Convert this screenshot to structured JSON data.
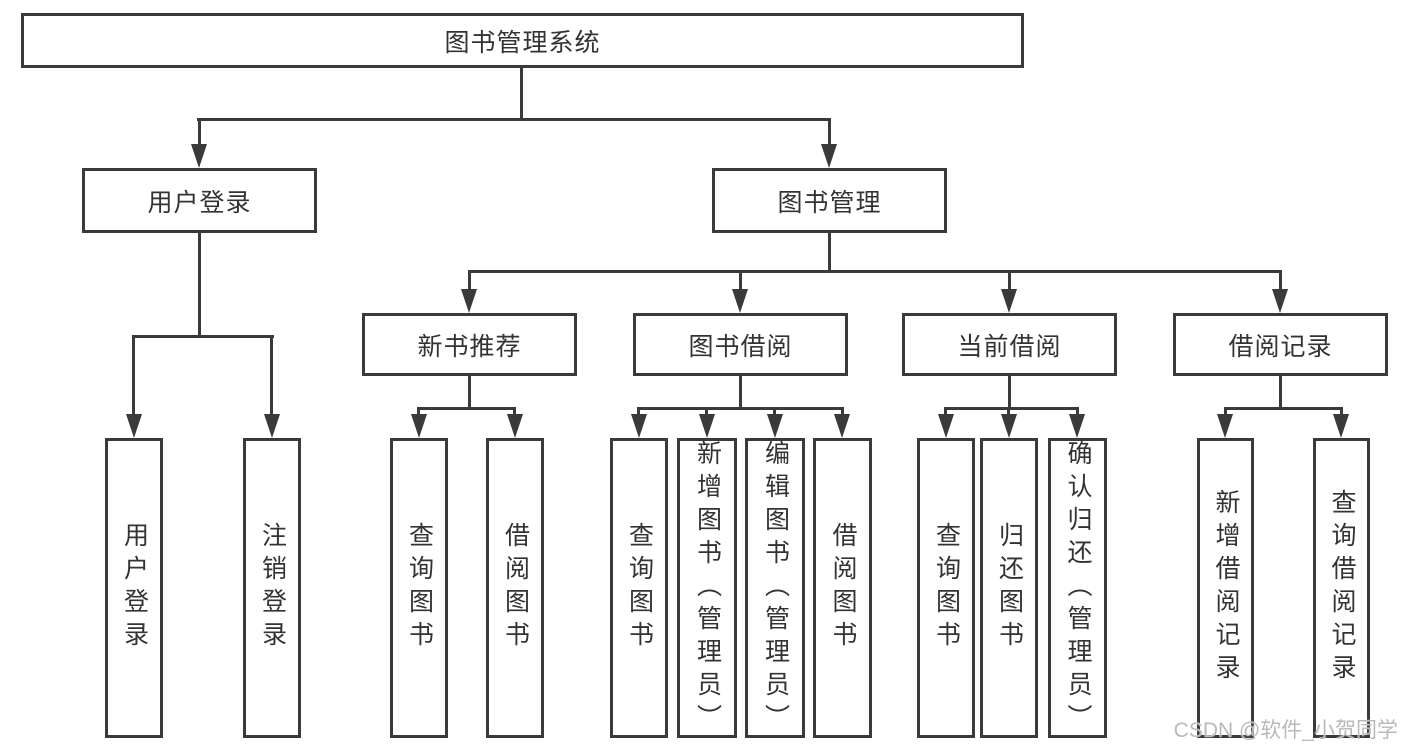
{
  "diagram_type": "function-structure-tree",
  "nodes": {
    "root": "图书管理系统",
    "user_login": "用户登录",
    "book_mgmt": "图书管理",
    "new_book": "新书推荐",
    "book_borrow": "图书借阅",
    "current_borrow": "当前借阅",
    "borrow_record": "借阅记录",
    "ul_login": "用户登录",
    "ul_logout": "注销登录",
    "nb_query": "查询图书",
    "nb_borrow": "借阅图书",
    "bb_query": "查询图书",
    "bb_add": "新增图书（管理员）",
    "bb_edit": "编辑图书（管理员）",
    "bb_borrow": "借阅图书",
    "cb_query": "查询图书",
    "cb_return": "归还图书",
    "cb_confirm": "确认归还（管理员）",
    "br_add": "新增借阅记录",
    "br_query": "查询借阅记录"
  },
  "hierarchy": {
    "图书管理系统": {
      "用户登录": [
        "用户登录",
        "注销登录"
      ],
      "图书管理": {
        "新书推荐": [
          "查询图书",
          "借阅图书"
        ],
        "图书借阅": [
          "查询图书",
          "新增图书（管理员）",
          "编辑图书（管理员）",
          "借阅图书"
        ],
        "当前借阅": [
          "查询图书",
          "归还图书",
          "确认归还（管理员）"
        ],
        "借阅记录": [
          "新增借阅记录",
          "查询借阅记录"
        ]
      }
    }
  },
  "watermark": "CSDN @软件_小贺同学",
  "colors": {
    "line": "#3a3a3a",
    "node_border": "#3a3a3a",
    "node_background": "#ffffff",
    "text": "#333333",
    "watermark_text": "#b9b9b9",
    "background": "#ffffff"
  }
}
